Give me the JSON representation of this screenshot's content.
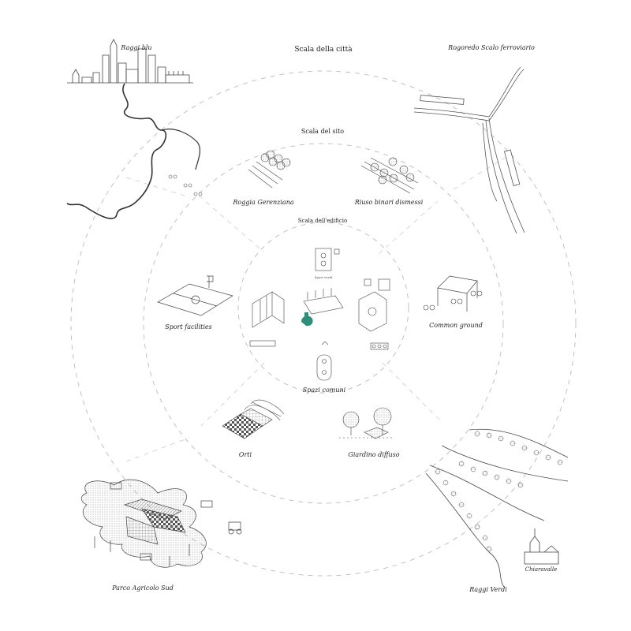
{
  "colors": {
    "line": "#444444",
    "ring": "#bbbbbb",
    "accent": "#2e8f78",
    "pattern": "#777777"
  },
  "scales": {
    "city": "Scala della città",
    "site": "Scala del sito",
    "building": "Scala dell'edificio"
  },
  "places": {
    "raggi_blu": "Raggi blu",
    "rogoredo": "Rogoredo Scalo ferroviario",
    "roggia": "Roggia Gerenziana",
    "riuso": "Riuso binari dismessi",
    "sport": "Sport facilities",
    "common": "Common ground",
    "spazi_comuni": "Spazi comuni",
    "spazi_small": "Spazi verdi",
    "orti": "Orti",
    "giardino": "Giardino diffuso",
    "parco": "Parco Agricolo Sud",
    "chiaravalle": "Chiaravalle",
    "raggi_verdi": "Raggi Verdi"
  }
}
